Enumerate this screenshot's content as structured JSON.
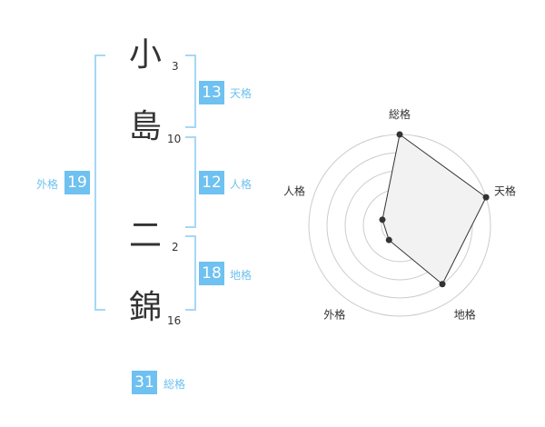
{
  "name_chars": [
    {
      "char": "小",
      "strokes": "3"
    },
    {
      "char": "島",
      "strokes": "10"
    },
    {
      "char": "二",
      "strokes": "2"
    },
    {
      "char": "錦",
      "strokes": "16"
    }
  ],
  "fortunes": {
    "tenkaku": {
      "value": "13",
      "label": "天格"
    },
    "jinkaku": {
      "value": "12",
      "label": "人格"
    },
    "chikaku": {
      "value": "18",
      "label": "地格"
    },
    "gaikaku": {
      "value": "19",
      "label": "外格"
    },
    "soukaku": {
      "value": "31",
      "label": "総格"
    }
  },
  "colors": {
    "accent": "#6ec1f0",
    "bracket": "#a5d8f6",
    "text": "#333333"
  },
  "chart_data": {
    "type": "radar",
    "axes": [
      "総格",
      "天格",
      "地格",
      "外格",
      "人格"
    ],
    "values": [
      5,
      5,
      4,
      1,
      1
    ],
    "max": 5,
    "rings": 5
  }
}
